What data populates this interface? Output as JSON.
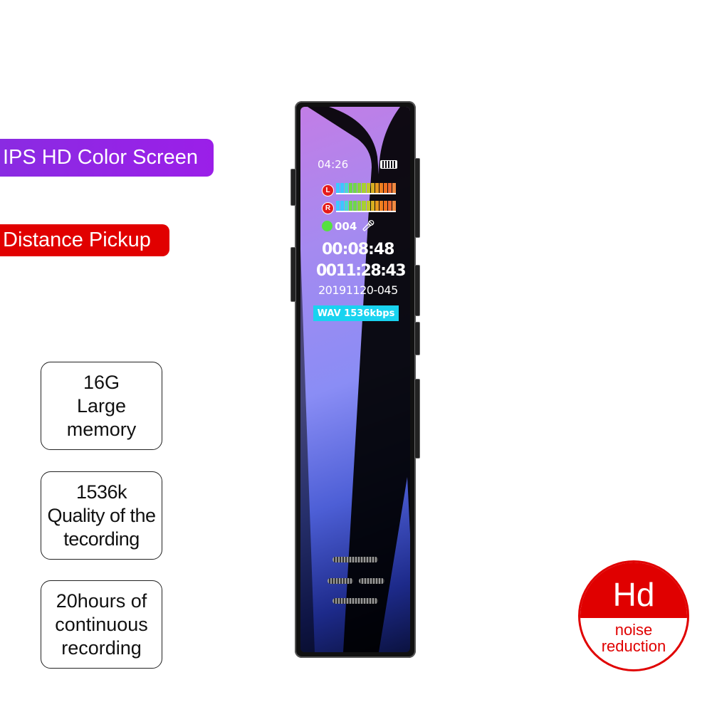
{
  "features": {
    "screen_label": "IPS HD Color Screen",
    "pickup_label": "Distance Pickup",
    "boxes": [
      {
        "lines": [
          "16G",
          "Large",
          "memory"
        ]
      },
      {
        "lines": [
          "1536k",
          "Quality of the",
          "tecording"
        ]
      },
      {
        "lines": [
          "20hours of",
          "continuous",
          "recording"
        ]
      }
    ]
  },
  "device_screen": {
    "clock": "04:26",
    "battery_icon": "battery-full-icon",
    "left_channel": "L",
    "right_channel": "R",
    "file_number": "004",
    "mic_icon": "microphone-icon",
    "elapsed": "00:08:48",
    "remaining": "0011:28:43",
    "file_name": "20191120-045",
    "format": "WAV 1536kbps"
  },
  "badge": {
    "title": "Hd",
    "line1": "noise",
    "line2": "reduction"
  },
  "colors": {
    "purple": "#8a2be2",
    "red": "#e10000",
    "format_bg": "#19d3f0",
    "status_green": "#55e040"
  }
}
